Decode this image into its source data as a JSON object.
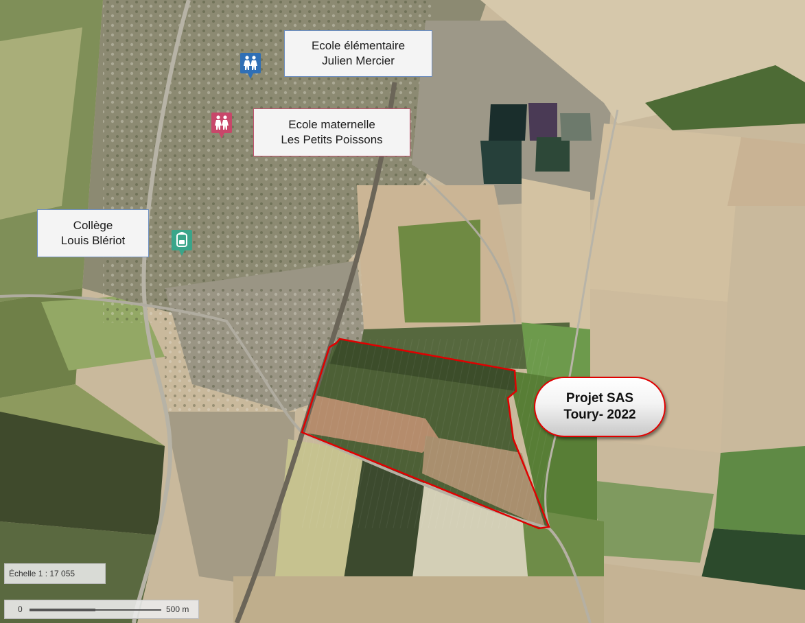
{
  "labels": {
    "ecole_elementaire": {
      "line1": "Ecole élémentaire",
      "line2": "Julien Mercier"
    },
    "ecole_maternelle": {
      "line1": "Ecole maternelle",
      "line2": "Les Petits Poissons"
    },
    "college": {
      "line1": "Collège",
      "line2": "Louis Blériot"
    }
  },
  "project": {
    "line1": "Projet SAS",
    "line2": "Toury- 2022",
    "outline_color": "#e00000"
  },
  "scale": {
    "ratio_text": "Échelle 1 : 17 055",
    "bar_start": "0",
    "bar_end": "500 m"
  },
  "icons": {
    "elementaire_pin": {
      "name": "children-school-icon",
      "color": "#2f6fb6"
    },
    "maternelle_pin": {
      "name": "children-school-icon",
      "color": "#c8476a"
    },
    "college_pin": {
      "name": "backpack-icon",
      "color": "#3aa58a"
    }
  }
}
